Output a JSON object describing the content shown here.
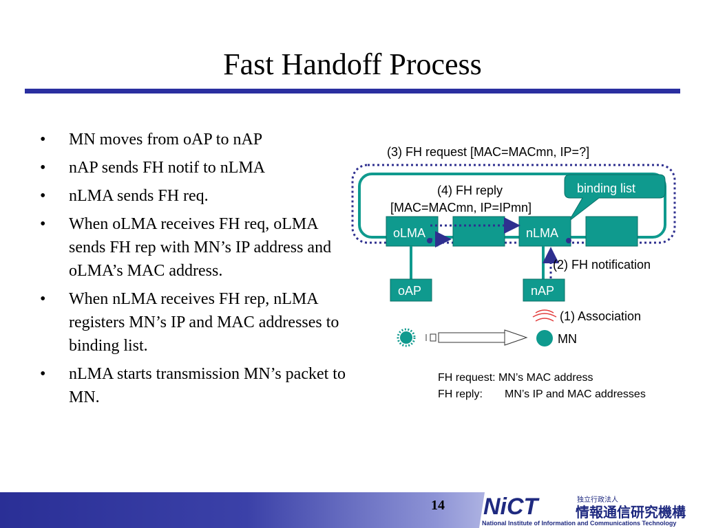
{
  "slide": {
    "title": "Fast Handoff Process",
    "page_number": "14"
  },
  "bullets": [
    "MN moves from oAP to nAP",
    "nAP sends FH notif to nLMA",
    "nLMA sends FH req.",
    "When oLMA receives FH req, oLMA sends FH rep with MN’s IP address and oLMA’s MAC address.",
    "When nLMA receives FH rep, nLMA registers MN’s IP and MAC addresses to binding list.",
    "nLMA starts transmission MN’s packet to MN."
  ],
  "bullet_symbol": "•",
  "diagram": {
    "fh_request_label": "(3) FH request [MAC=MACmn, IP=?]",
    "fh_reply_label_line1": "(4) FH reply",
    "fh_reply_label_line2": "[MAC=MACmn, IP=IPmn]",
    "binding_list_label": "binding list",
    "olma_label": "oLMA",
    "nlma_label": "nLMA",
    "oap_label": "oAP",
    "nap_label": "nAP",
    "fh_notification_label": "(2) FH notification",
    "association_label": "(1) Association",
    "mn_label": "MN",
    "legend_line1": "FH request: MN’s MAC address",
    "legend_line2_key": "FH reply:",
    "legend_line2_value": "MN’s IP and MAC addresses",
    "colors": {
      "node_fill": "#0f9a8e",
      "node_stroke": "#0b6f66",
      "dotted_arrow": "#2e2f8f",
      "wireless": "#e23b3b",
      "title_rule": "#2a2fa0"
    }
  },
  "logo": {
    "brand": "NiCT",
    "japanese_small": "独立行政法人",
    "japanese_large": "情報通信研究機構",
    "english": "National Institute of Information and Communications Technology"
  }
}
